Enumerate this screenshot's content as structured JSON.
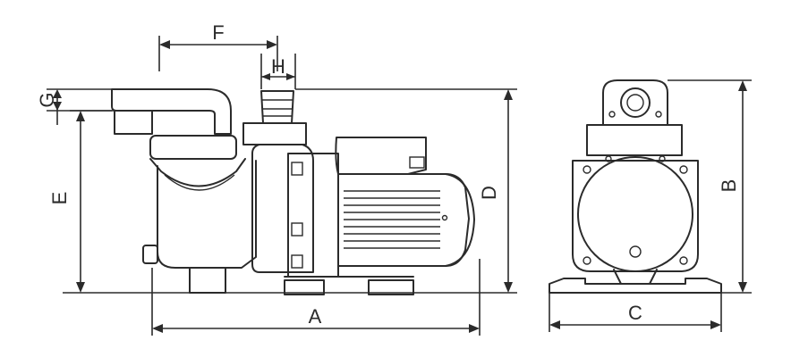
{
  "dimension_labels": {
    "A": "A",
    "B": "B",
    "C": "C",
    "D": "D",
    "E": "E",
    "F": "F",
    "G": "G",
    "H": "H"
  },
  "line_color": "#2b2b2b",
  "background_color": "#ffffff"
}
